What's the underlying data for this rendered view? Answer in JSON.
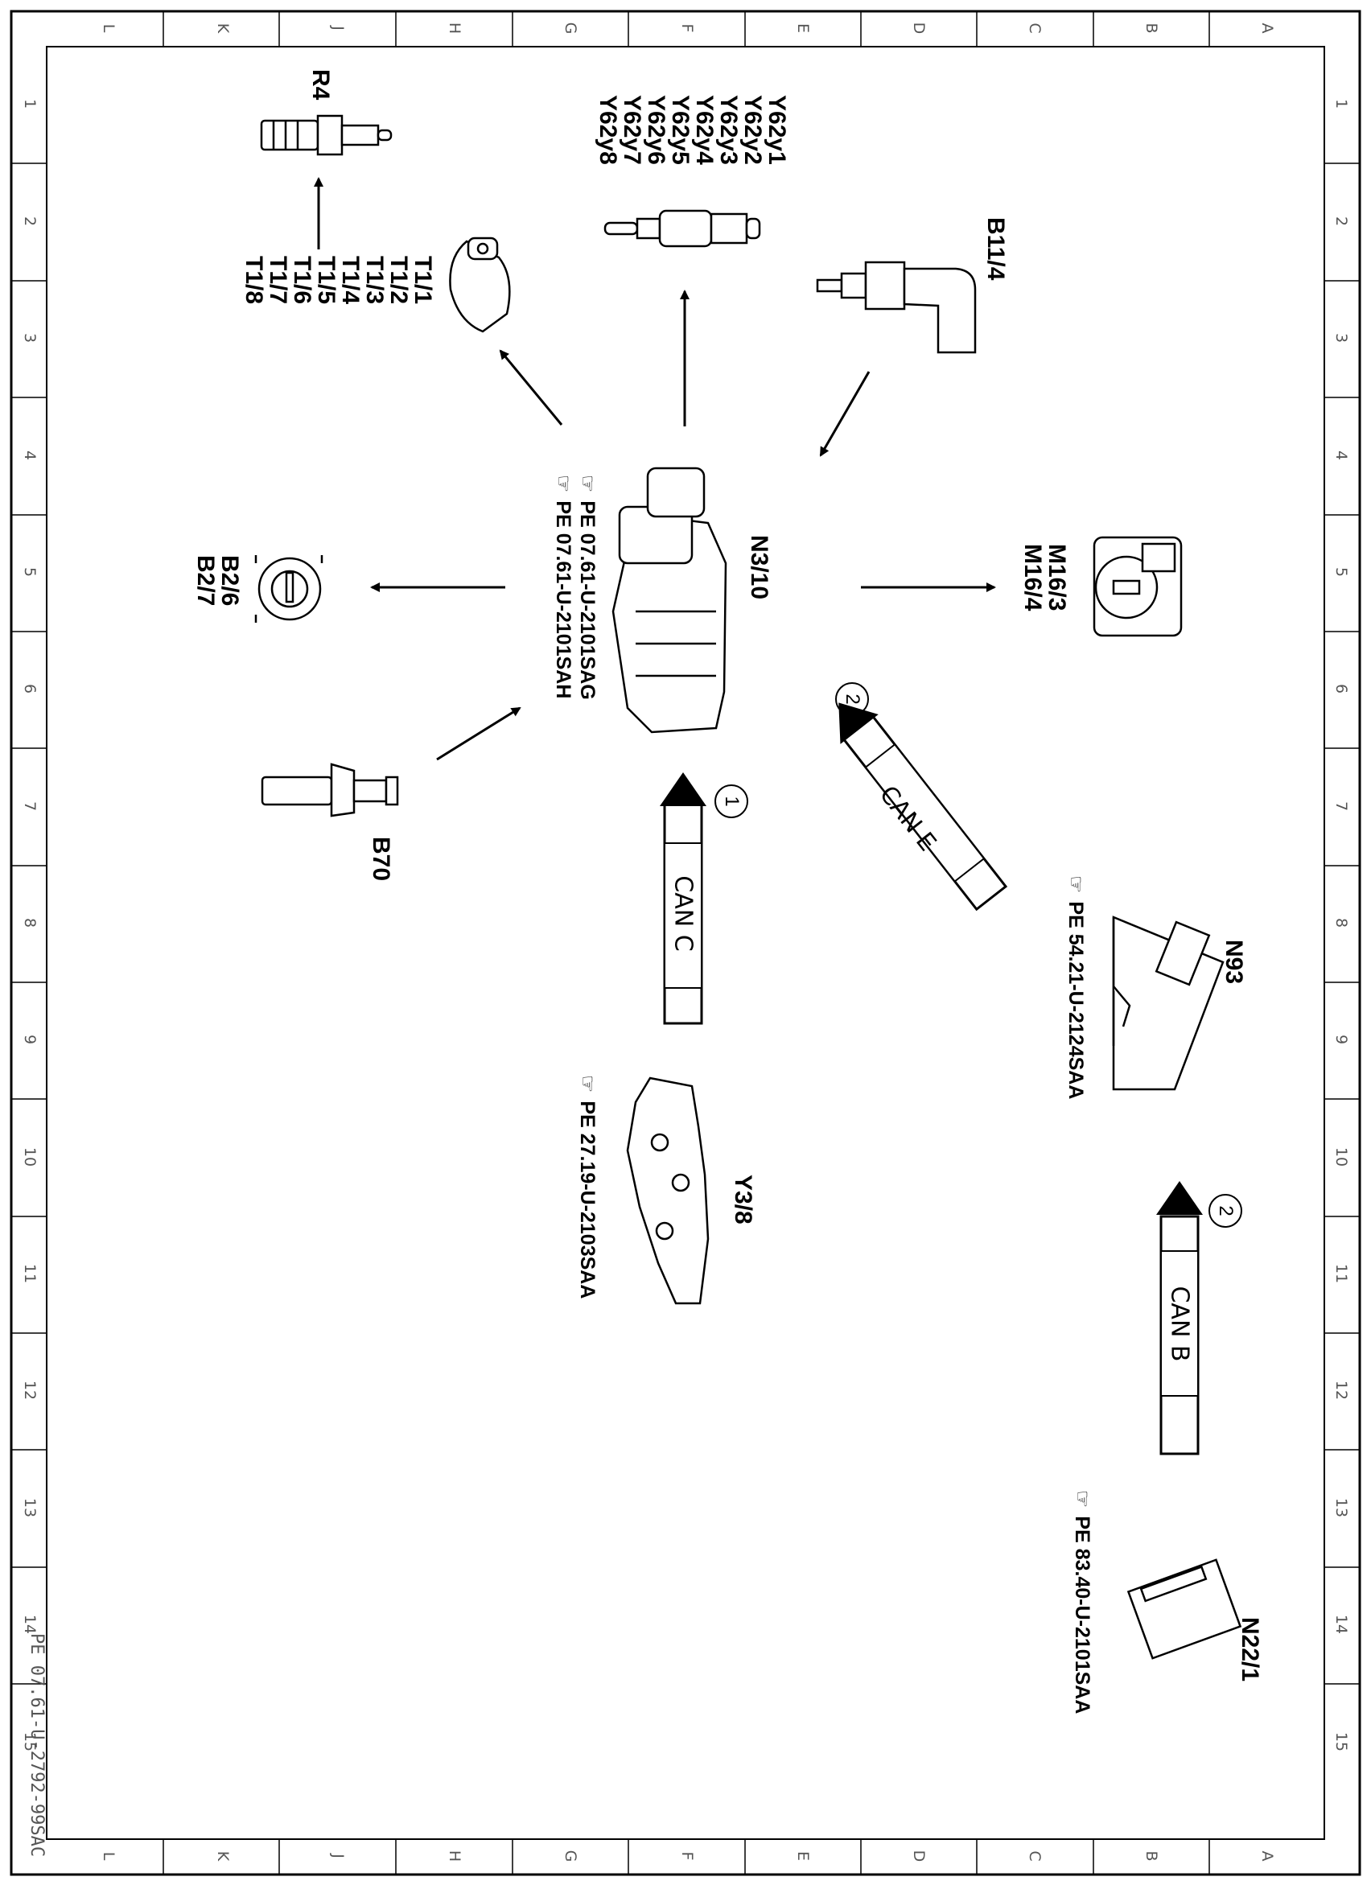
{
  "grid": {
    "columns": [
      "L",
      "K",
      "J",
      "H",
      "G",
      "F",
      "E",
      "D",
      "C",
      "B",
      "A"
    ],
    "rows": [
      "1",
      "2",
      "3",
      "4",
      "5",
      "6",
      "7",
      "8",
      "9",
      "10",
      "11",
      "12",
      "13",
      "14",
      "15"
    ]
  },
  "document_id": "PE 07.61-U-2792-99SAC",
  "center": {
    "label": "N3/10",
    "refs": [
      "PE  07.61-U-2101SAG",
      "PE  07.61-U-2101SAH"
    ]
  },
  "components": {
    "r4": {
      "label": "R4"
    },
    "injectors": {
      "labels": [
        "Y62y1",
        "Y62y2",
        "Y62y3",
        "Y62y4",
        "Y62y5",
        "Y62y6",
        "Y62y7",
        "Y62y8"
      ]
    },
    "coils": {
      "labels": [
        "T1/1",
        "T1/2",
        "T1/3",
        "T1/4",
        "T1/5",
        "T1/6",
        "T1/7",
        "T1/8"
      ]
    },
    "b11_4": {
      "label": "B11/4"
    },
    "b2": {
      "labels": [
        "B2/6",
        "B2/7"
      ]
    },
    "m16": {
      "labels": [
        "M16/3",
        "M16/4"
      ]
    },
    "b70": {
      "label": "B70"
    },
    "y3_8": {
      "label": "Y3/8",
      "ref": "PE  27.19-U-2103SAA"
    },
    "n93": {
      "label": "N93",
      "ref": "PE  54.21-U-2124SAA"
    },
    "n22_1": {
      "label": "N22/1",
      "ref": "PE  83.40-U-2101SAA"
    }
  },
  "buses": {
    "can_c": {
      "label": "CAN C",
      "number": "1"
    },
    "can_e": {
      "label": "CAN E",
      "number": "2"
    },
    "can_b": {
      "label": "CAN B",
      "number": "2"
    }
  },
  "colors": {
    "ink": "#000000",
    "grid_text": "#555555"
  }
}
